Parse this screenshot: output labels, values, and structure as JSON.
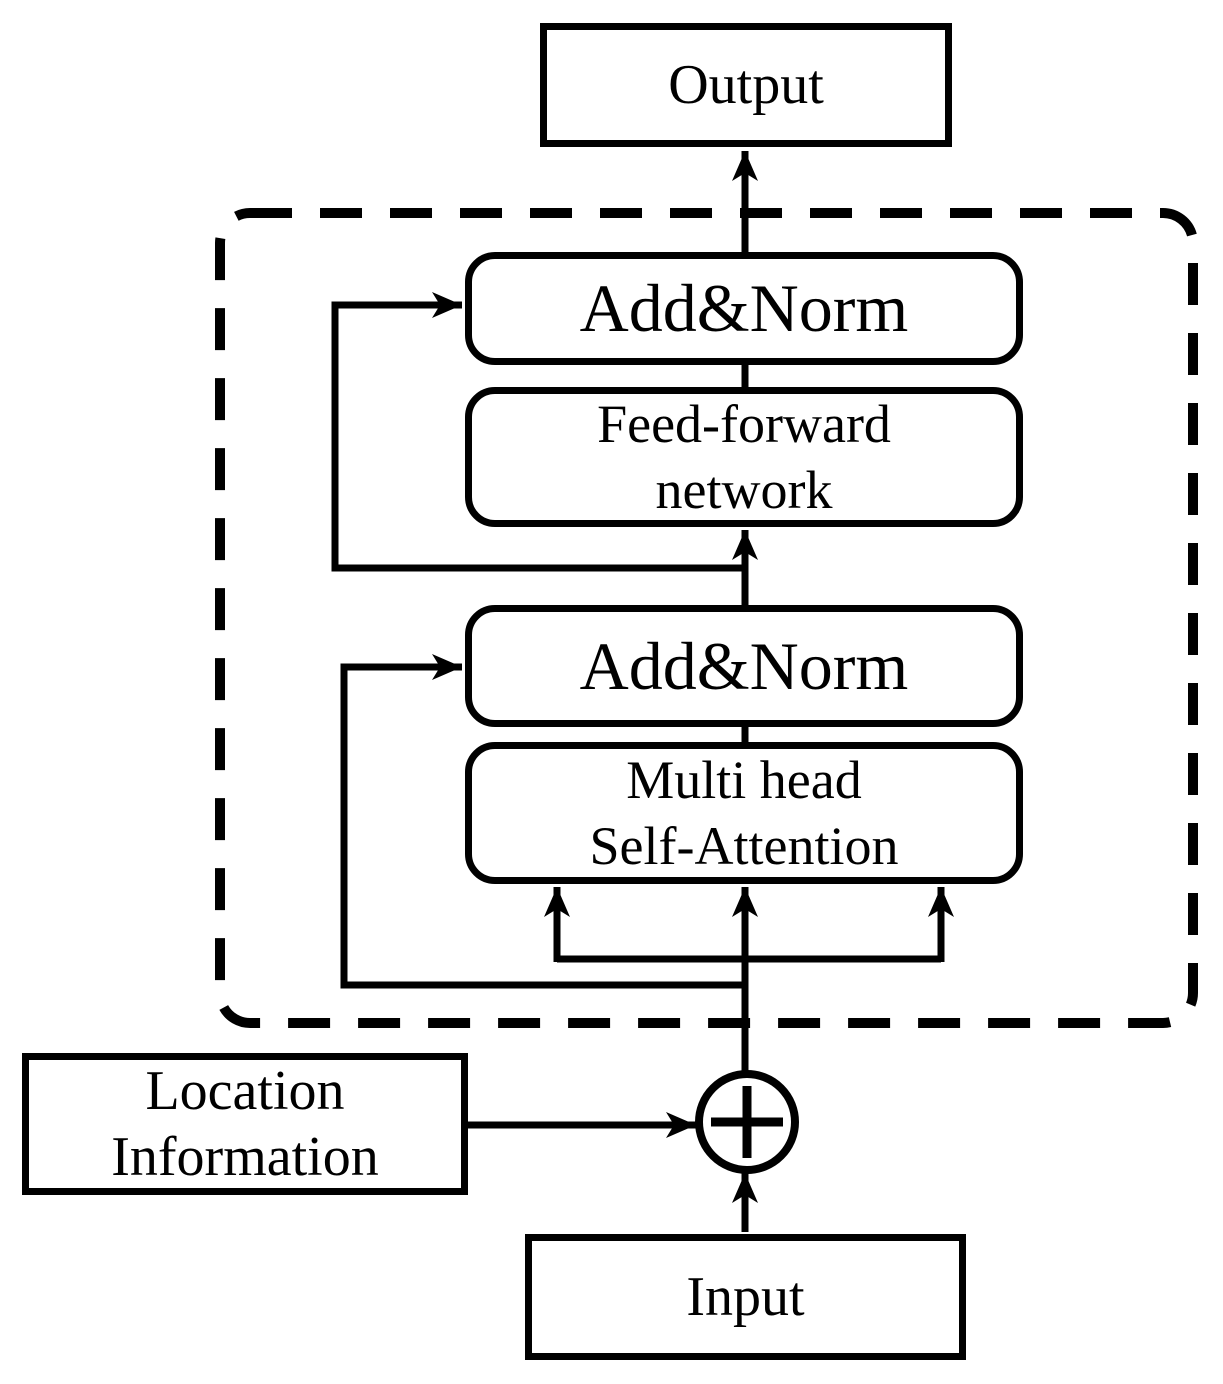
{
  "colors": {
    "ink": "#000000",
    "paper": "#ffffff"
  },
  "nodes": {
    "output": {
      "label": "Output"
    },
    "add_norm_top": {
      "label": "Add&Norm"
    },
    "feed_forward": {
      "line1": "Feed-forward",
      "line2": "network"
    },
    "add_norm_bottom": {
      "label": "Add&Norm"
    },
    "self_attention": {
      "line1": "Multi head",
      "line2": "Self-Attention"
    },
    "location": {
      "line1": "Location",
      "line2": "Information"
    },
    "input": {
      "label": "Input"
    }
  }
}
